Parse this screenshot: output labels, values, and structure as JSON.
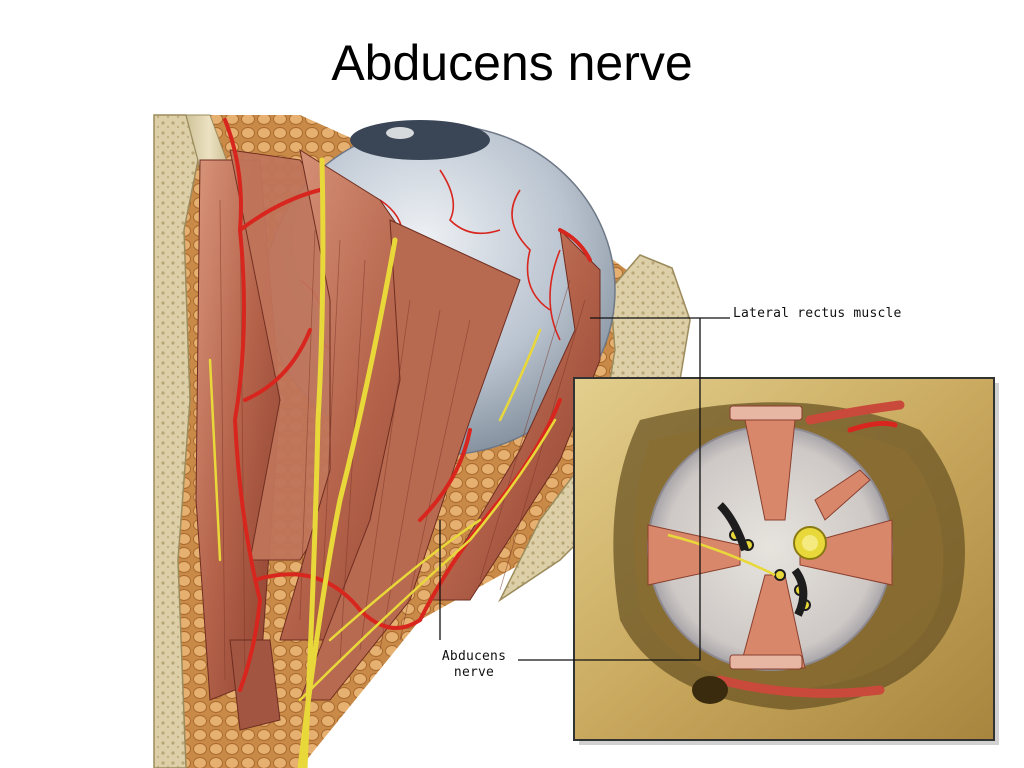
{
  "slide": {
    "title": "Abducens nerve"
  },
  "labels": {
    "lateral_rectus": "Lateral rectus muscle",
    "abducens_line1": "Abducens",
    "abducens_line2": "nerve"
  },
  "colors": {
    "muscle": "#b8664a",
    "artery": "#d8261e",
    "nerve": "#e8d83a",
    "bone": "#e2d6b0",
    "eyeball": "#c9d2dc",
    "fat": "#d99a52"
  }
}
